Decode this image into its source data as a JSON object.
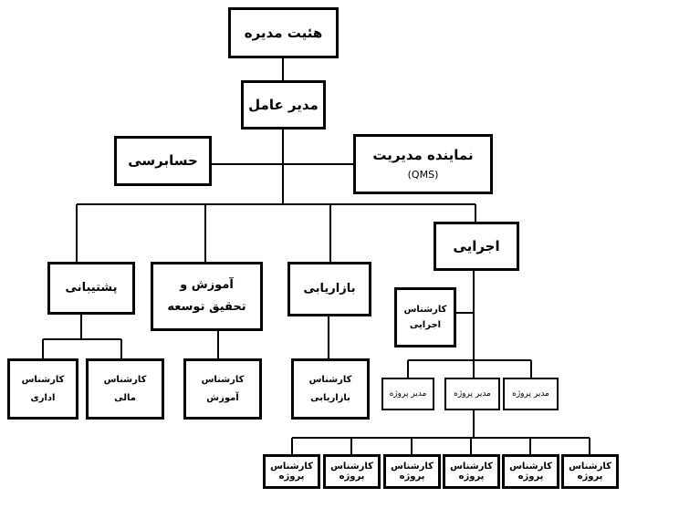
{
  "nodes": {
    "board": "هئیت مدیره",
    "ceo": "مدیر عامل",
    "audit": "حسابرسی",
    "mgmt_rep": "نماینده مدیریت",
    "mgmt_rep_sub": "(QMS)",
    "executive": "اجرایی",
    "marketing": "بازاریابی",
    "training_l1": "آموزش و",
    "training_l2": "تحقیق توسعه",
    "support": "پشتیبانی",
    "exec_expert_l1": "کارشناس",
    "exec_expert_l2": "اجرایی",
    "pm_1": "مدیر پروژه",
    "pm_2": "مدیر پروژه",
    "pm_3": "مدیر پروژه",
    "mkt_expert_l1": "کارشناس",
    "mkt_expert_l2": "بازاریابی",
    "train_expert_l1": "کارشناس",
    "train_expert_l2": "آموزش",
    "fin_expert_l1": "کارشناس",
    "fin_expert_l2": "مالی",
    "admin_expert_l1": "کارشناس",
    "admin_expert_l2": "اداری",
    "project_expert_l1": "کارشناس",
    "project_expert_l2": "پروژه"
  }
}
